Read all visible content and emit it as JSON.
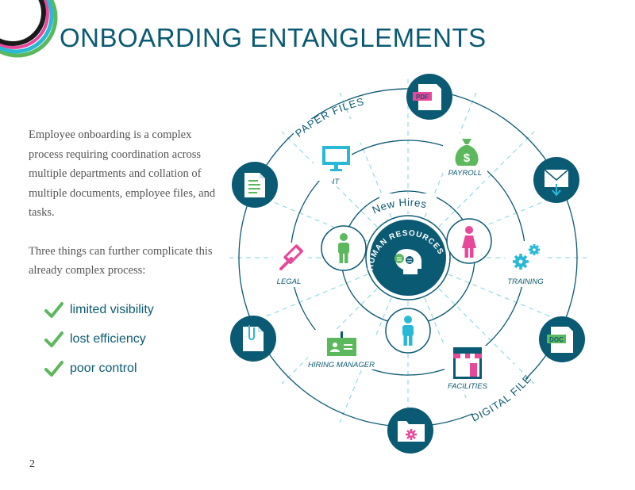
{
  "title": "ONBOARDING ENTANGLEMENTS",
  "intro": {
    "paragraph1": "Employee onboarding is a complex process requiring coordination across multiple departments and collation of multiple documents, employee files, and tasks.",
    "paragraph2": "Three things can further complicate this already complex process:"
  },
  "checklist": [
    "limited visibility",
    "lost efficiency",
    "poor control"
  ],
  "page_number": "2",
  "diagram": {
    "center_label": "HUMAN RESOURCES",
    "new_hires_label": "New Hires",
    "paper_files_label": "PAPER FILES",
    "digital_files_label": "DIGITAL FILES",
    "department_labels": {
      "it": "IT",
      "payroll": "PAYROLL",
      "legal": "LEGAL",
      "training": "TRAINING",
      "hiring_manager": "HIRING MANAGER",
      "facilities": "FACILITIES"
    },
    "file_badges": {
      "pdf": "PDF",
      "doc": "DOC"
    },
    "colors": {
      "navy": "#0b5a73",
      "cyan": "#29b9d6",
      "green": "#5cb85c",
      "pink": "#e8489a"
    }
  }
}
